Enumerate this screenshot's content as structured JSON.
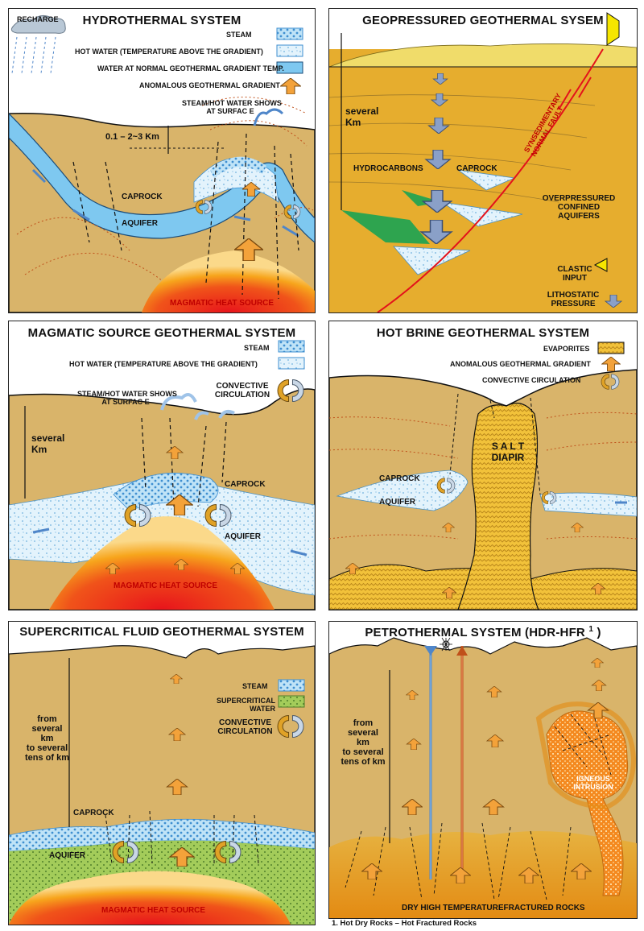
{
  "panels": {
    "hydrothermal": {
      "title": "HYDROTHERMAL SYSTEM",
      "recharge": "RECHARGE",
      "legend": [
        {
          "label": "STEAM"
        },
        {
          "label": "HOT WATER (TEMPERATURE ABOVE THE GRADIENT)"
        },
        {
          "label": "WATER AT NORMAL GEOTHERMAL GRADIENT TEMP."
        },
        {
          "label": "ANOMALOUS GEOTHERMAL GRADIENT"
        }
      ],
      "shows_line1": "STEAM/HOT WATER SHOWS",
      "shows_line2": "AT SURFAC E",
      "depth": "0.1 – 2~3 Km",
      "caprock": "CAPROCK",
      "aquifer": "AQUIFER",
      "heat_source": "MAGMATIC HEAT SOURCE"
    },
    "geopressured": {
      "title": "GEOPRESSURED GEOTHERMAL SYSEM",
      "depth_line1": "several",
      "depth_line2": "Km",
      "hydrocarbons": "HYDROCARBONS",
      "caprock": "CAPROCK",
      "fault_line1": "SYNSEDIMENTARY",
      "fault_line2": "NORMAL FAULT",
      "aquifers_line1": "OVERPRESSURED",
      "aquifers_line2": "CONFINED",
      "aquifers_line3": "AQUIFERS",
      "clastic_line1": "CLASTIC",
      "clastic_line2": "INPUT",
      "litho_line1": "LITHOSTATIC",
      "litho_line2": "PRESSURE"
    },
    "magmatic": {
      "title": "MAGMATIC SOURCE GEOTHERMAL SYSTEM",
      "legend_steam": "STEAM",
      "legend_hot": "HOT WATER (TEMPERATURE ABOVE THE GRADIENT)",
      "convective_line1": "CONVECTIVE",
      "convective_line2": "CIRCULATION",
      "shows_line1": "STEAM/HOT WATER SHOWS",
      "shows_line2": "AT SURFAC E",
      "depth_line1": "several",
      "depth_line2": "Km",
      "caprock": "CAPROCK",
      "aquifer": "AQUIFER",
      "heat_source": "MAGMATIC HEAT SOURCE"
    },
    "hotbrine": {
      "title": "HOT BRINE GEOTHERMAL SYSTEM",
      "legend_evaporites": "EVAPORITES",
      "legend_anomalous": "ANOMALOUS GEOTHERMAL GRADIENT",
      "legend_convective": "CONVECTIVE CIRCULATION",
      "diapir_line1": "S A L T",
      "diapir_line2": "DIAPIR",
      "caprock": "CAPROCK",
      "aquifer": "AQUIFER"
    },
    "supercritical": {
      "title": "SUPERCRITICAL FLUID GEOTHERMAL SYSTEM",
      "legend_steam": "STEAM",
      "legend_super_line1": "SUPERCRITICAL",
      "legend_super_line2": "WATER",
      "convective_line1": "CONVECTIVE",
      "convective_line2": "CIRCULATION",
      "depth_lines": [
        "from",
        "several",
        "km",
        "to several",
        "tens of km"
      ],
      "caprock": "CAPROCK",
      "aquifer": "AQUIFER",
      "heat_source": "MAGMATIC HEAT SOURCE"
    },
    "petrothermal": {
      "title": "PETROTHERMAL SYSTEM (HDR-HFR",
      "title_sup": "1",
      "title_close": ")",
      "depth_lines": [
        "from",
        "several",
        "km",
        "to several",
        "tens of km"
      ],
      "igneous_line1": "IGNEOUS",
      "igneous_line2": "INTRUSION",
      "bottom": "DRY HIGH TEMPERATUREFRACTURED ROCKS"
    }
  },
  "footnote": "1. Hot Dry Rocks – Hot Fractured Rocks",
  "colors": {
    "rock": "#d9b46a",
    "rock_dark": "#e3a72a",
    "water": "#7ec8f0",
    "hot_water": "#d8eefa",
    "heat_red": "#e8141b",
    "heat_orange": "#f7a51c",
    "arrow_orange": "#f3a23a",
    "arrow_blue": "#4f86c9",
    "hydrocarbons": "#2ea44f",
    "supercritical": "#8fbf3f",
    "fault_red": "#e3121b",
    "clastic_yellow": "#f6e600"
  }
}
